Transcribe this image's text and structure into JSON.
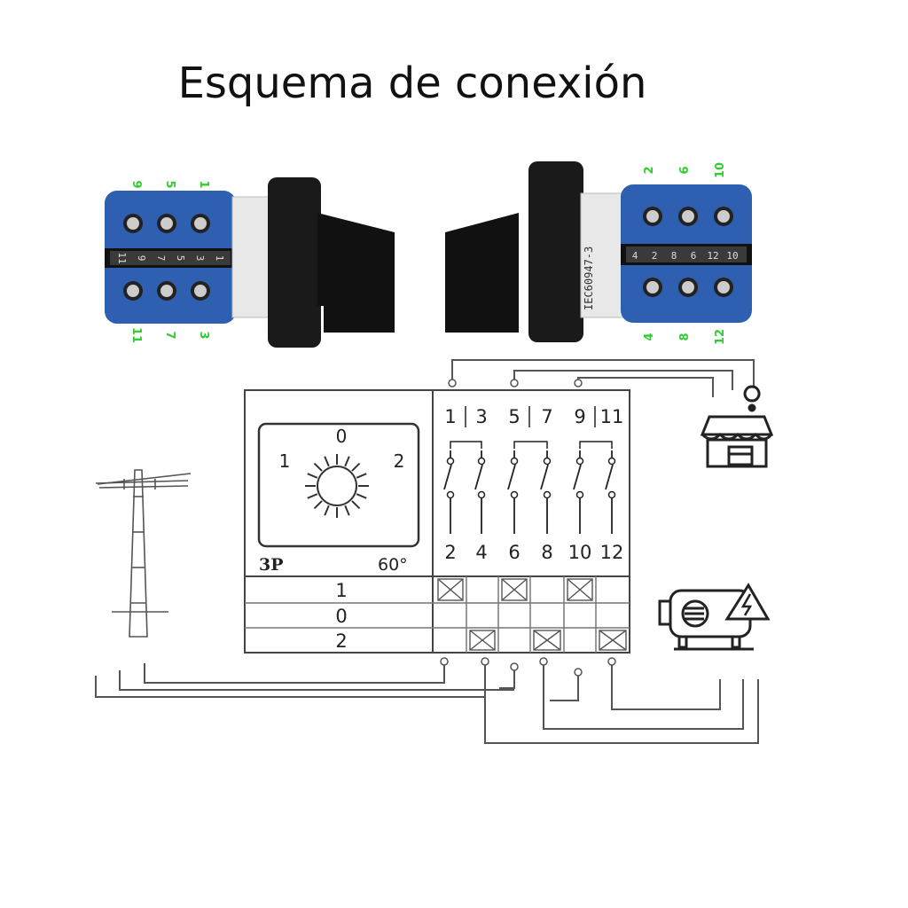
{
  "title": "Esquema de conexión",
  "switch_left": {
    "top_terminals": [
      "9",
      "5",
      "1"
    ],
    "bottom_terminals": [
      "11",
      "7",
      "3"
    ],
    "strip_labels": [
      "11",
      "9",
      "7",
      "5",
      "3",
      "1"
    ]
  },
  "switch_right": {
    "top_terminals": [
      "2",
      "6",
      "10"
    ],
    "bottom_terminals": [
      "4",
      "8",
      "12"
    ],
    "strip_labels": [
      "4",
      "2",
      "8",
      "6",
      "12",
      "10"
    ],
    "model": "IEC60947-3"
  },
  "dial": {
    "positions": [
      "0",
      "1",
      "2"
    ],
    "poles": "3P",
    "angle": "60°"
  },
  "contacts": {
    "top": [
      "1",
      "3",
      "5",
      "7",
      "9",
      "11"
    ],
    "bottom": [
      "2",
      "4",
      "6",
      "8",
      "10",
      "12"
    ]
  },
  "table": {
    "rows": [
      {
        "position": "1",
        "closed": [
          true,
          false,
          true,
          false,
          true,
          false
        ]
      },
      {
        "position": "0",
        "closed": [
          false,
          false,
          false,
          false,
          false,
          false
        ]
      },
      {
        "position": "2",
        "closed": [
          false,
          true,
          false,
          true,
          false,
          true
        ]
      }
    ]
  },
  "icons": [
    "utility-pole-icon",
    "store-icon",
    "generator-icon"
  ],
  "colors": {
    "terminal_blue": "#2f5fb0",
    "terminal_green": "#33cc33",
    "line": "#555555"
  }
}
